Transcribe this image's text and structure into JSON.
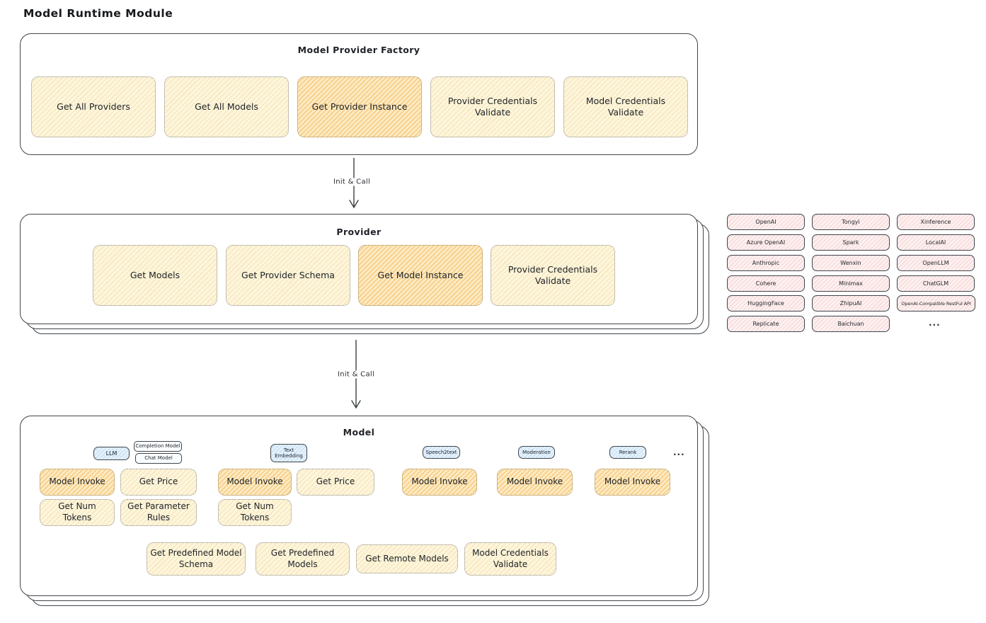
{
  "title": "Model Runtime Module",
  "colors": {
    "stroke": "#40454b",
    "button_cream": "#fdf6dd",
    "button_highlight_orange": "#fbd99b",
    "provider_pill_pink": "#fdf0f0",
    "model_type_tag_blue": "#e4f1fb"
  },
  "arrow1": {
    "label": "Init & Call"
  },
  "arrow2": {
    "label": "Init & Call"
  },
  "factory": {
    "title": "Model Provider Factory",
    "buttons": [
      {
        "label": "Get All Providers",
        "highlight": false
      },
      {
        "label": "Get All Models",
        "highlight": false
      },
      {
        "label": "Get Provider Instance",
        "highlight": true
      },
      {
        "label": "Provider Credentials Validate",
        "highlight": false
      },
      {
        "label": "Model Credentials Validate",
        "highlight": false
      }
    ]
  },
  "provider": {
    "title": "Provider",
    "buttons": [
      {
        "label": "Get Models",
        "highlight": false
      },
      {
        "label": "Get Provider Schema",
        "highlight": false
      },
      {
        "label": "Get Model Instance",
        "highlight": true
      },
      {
        "label": "Provider Credentials Validate",
        "highlight": false
      }
    ]
  },
  "provider_list": {
    "col1": [
      "OpenAI",
      "Azure OpenAI",
      "Anthropic",
      "Cohere",
      "HuggingFace",
      "Replicate"
    ],
    "col2": [
      "Tongyi",
      "Spark",
      "Wenxin",
      "Minimax",
      "ZhipuAI",
      "Baichuan"
    ],
    "col3": [
      "Xinference",
      "LocalAI",
      "OpenLLM",
      "ChatGLM",
      "OpenAI-Compatible RestFul API"
    ],
    "more": "..."
  },
  "model": {
    "title": "Model",
    "more_tag": "...",
    "groups": [
      {
        "tag": "LLM",
        "subtags": [
          "Completion Model",
          "Chat Model"
        ],
        "row1": [
          "Model Invoke",
          "Get Price"
        ],
        "row2": [
          "Get Num Tokens",
          "Get Parameter Rules"
        ]
      },
      {
        "tag": "Text Embedding",
        "row1": [
          "Model Invoke",
          "Get Price"
        ],
        "row2": [
          "Get Num Tokens"
        ]
      },
      {
        "tag": "Speech2text",
        "row1": [
          "Model Invoke"
        ]
      },
      {
        "tag": "Moderation",
        "row1": [
          "Model Invoke"
        ]
      },
      {
        "tag": "Rerank",
        "row1": [
          "Model Invoke"
        ]
      }
    ],
    "bottom_row": [
      "Get Predefined Model Schema",
      "Get Predefined Models",
      "Get Remote Models",
      "Model Credentials Validate"
    ]
  }
}
